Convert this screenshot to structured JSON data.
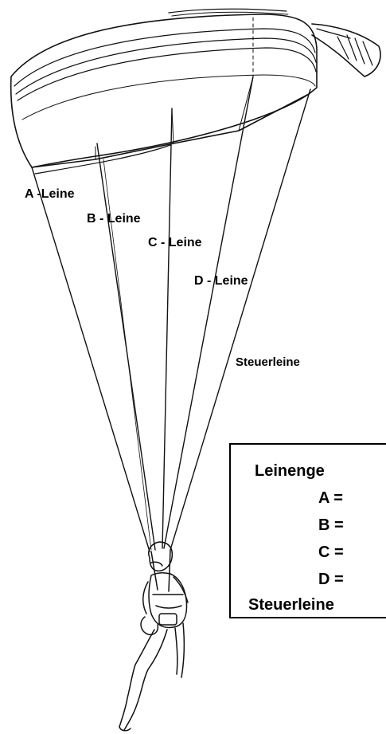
{
  "labels": {
    "a_line": "A -Leine",
    "b_line": "B - Leine",
    "c_line": "C - Leine",
    "d_line": "D - Leine",
    "steuer_line": "Steuerleine"
  },
  "legend": {
    "title": "Leinenge",
    "rows": [
      "A =",
      "B =",
      "C =",
      "D =",
      "Steuerleine"
    ]
  },
  "colors": {
    "ink": "#000000",
    "background": "#ffffff"
  }
}
